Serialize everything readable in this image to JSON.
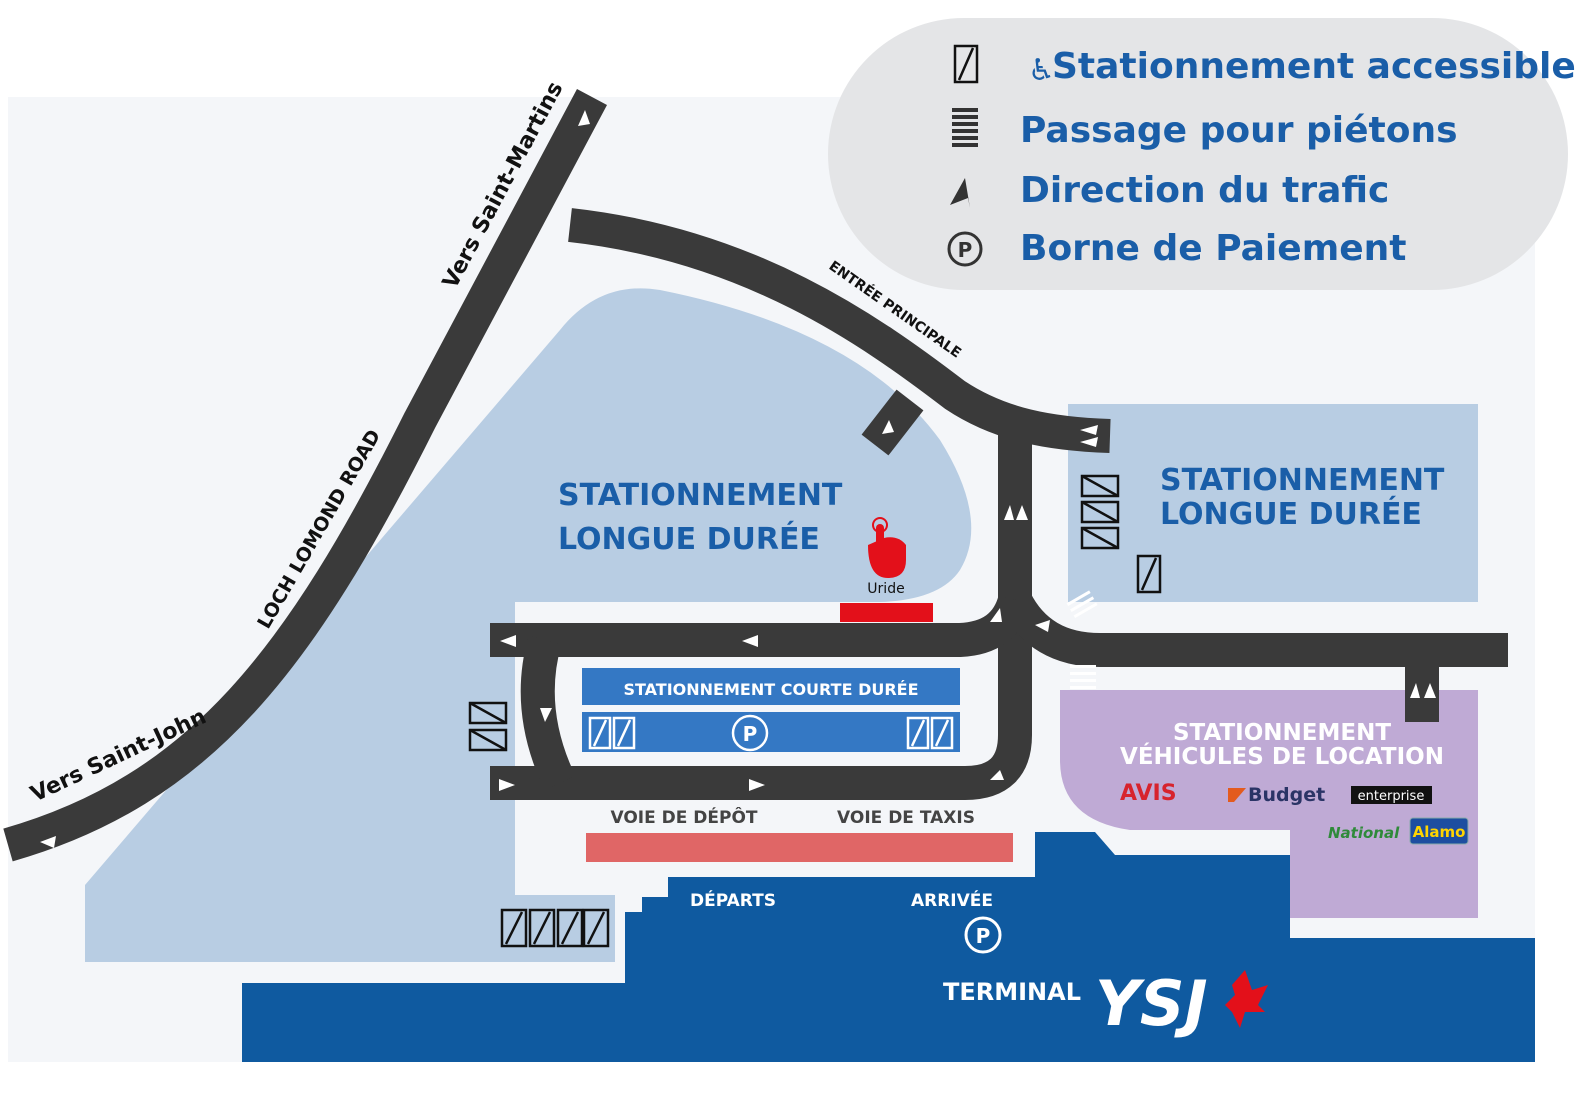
{
  "legend": {
    "items": [
      {
        "icon": "accessible-parking-icon",
        "label": "Stationnement accessible"
      },
      {
        "icon": "crosswalk-icon",
        "label": "Passage pour piétons"
      },
      {
        "icon": "traffic-direction-icon",
        "label": "Direction du trafic"
      },
      {
        "icon": "payment-terminal-icon",
        "label": "Borne de Paiement"
      }
    ]
  },
  "roads": {
    "saint_martins": "Vers Saint-Martins",
    "loch_lomond": "LOCH LOMOND ROAD",
    "saint_john": "Vers Saint-John",
    "main_entrance": "ENTRÉE PRINCIPALE"
  },
  "zones": {
    "long_term_left": [
      "STATIONNEMENT",
      "LONGUE DURÉE"
    ],
    "long_term_right": [
      "STATIONNEMENT",
      "LONGUE DURÉE"
    ],
    "short_term": "STATIONNEMENT COURTE DURÉE",
    "rental": [
      "STATIONNEMENT",
      "VÉHICULES DE LOCATION"
    ],
    "drop_off_lane": "VOIE DE DÉPÔT",
    "taxi_lane": "VOIE DE TAXIS",
    "departures": "DÉPARTS",
    "arrivals": "ARRIVÉE",
    "terminal": "TERMINAL",
    "terminal_logo": "YSJ"
  },
  "rideshare": {
    "label": "Uride"
  },
  "rental_companies": [
    "AVIS",
    "Budget",
    "enterprise",
    "National",
    "Alamo"
  ],
  "payment_symbol": "P",
  "colors": {
    "road": "#3a3a3a",
    "long_term": "#b8cde3",
    "short_term": "#3478c4",
    "rental": "#bfaad5",
    "terminal": "#0f5aa0",
    "drop_off": "#e06666",
    "text_blue": "#1a5ea8",
    "uride_red": "#e3101a"
  }
}
